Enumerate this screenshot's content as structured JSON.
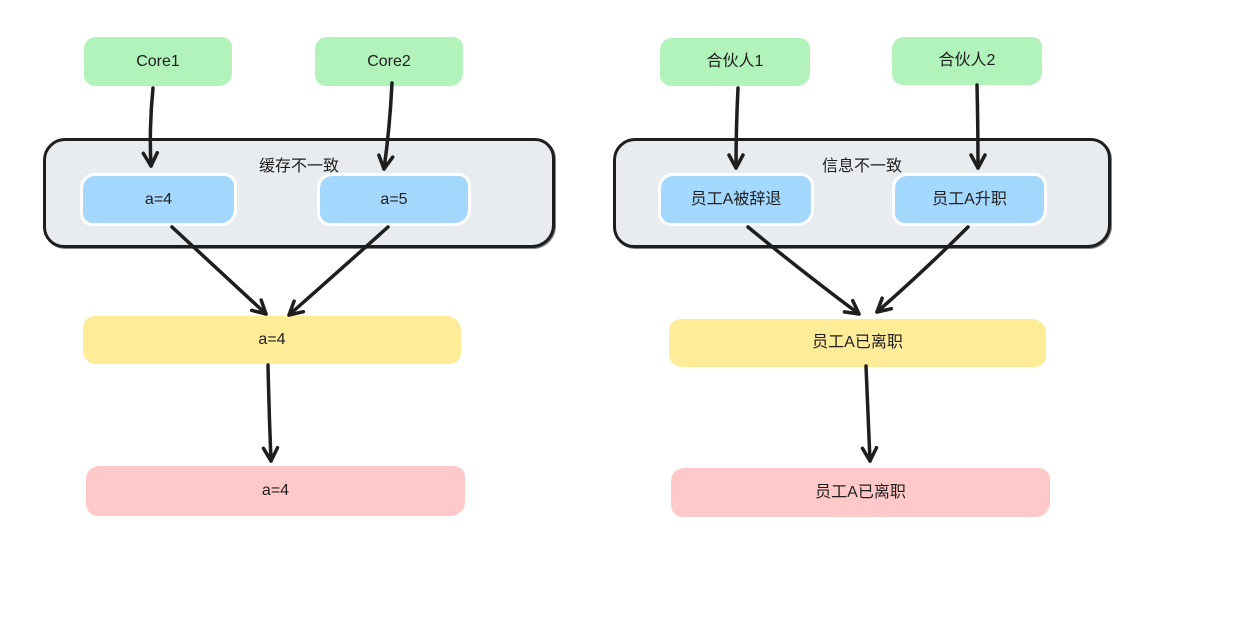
{
  "colors": {
    "source_fill": "#b2f2bb",
    "cell_fill": "#a5d8ff",
    "cell_border": "#ffffff",
    "merged_fill": "#ffec99",
    "final_fill": "#ffc9c9",
    "group_fill": "#e9ecef",
    "stroke": "#1e1e1e",
    "text": "#1e1e1e",
    "background": "#ffffff"
  },
  "diagrams": [
    {
      "container_label": "缓存不一致",
      "sources": [
        {
          "label": "Core1"
        },
        {
          "label": "Core2"
        }
      ],
      "cells": [
        {
          "label": "a=4"
        },
        {
          "label": "a=5"
        }
      ],
      "merged": {
        "label": "a=4"
      },
      "final": {
        "label": "a=4"
      },
      "edges": [
        "Core1->a=4",
        "Core2->a=5",
        "a=4->merged",
        "a=5->merged",
        "merged->final"
      ]
    },
    {
      "container_label": "信息不一致",
      "sources": [
        {
          "label": "合伙人1"
        },
        {
          "label": "合伙人2"
        }
      ],
      "cells": [
        {
          "label": "员工A被辞退"
        },
        {
          "label": "员工A升职"
        }
      ],
      "merged": {
        "label": "员工A已离职"
      },
      "final": {
        "label": "员工A已离职"
      },
      "edges": [
        "合伙人1->员工A被辞退",
        "合伙人2->员工A升职",
        "员工A被辞退->merged",
        "员工A升职->merged",
        "merged->final"
      ]
    }
  ]
}
